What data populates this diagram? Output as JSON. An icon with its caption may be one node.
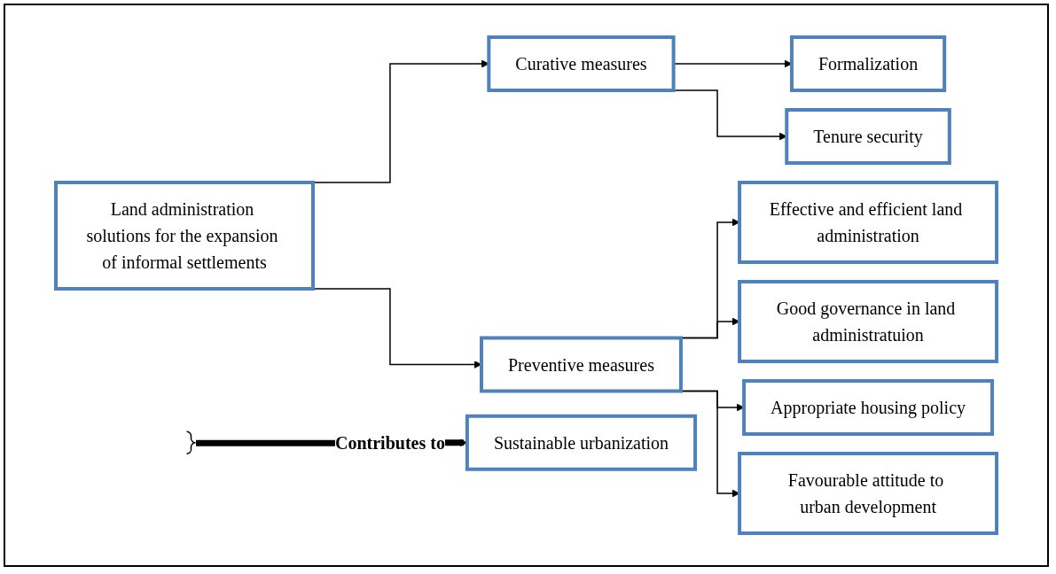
{
  "diagram": {
    "nodes": [
      {
        "text": [
          "Land administration solutions for the expansion of informal settlements"
        ]
      },
      {
        "text": [
          "Curative measures"
        ]
      },
      {
        "text": [
          "Preventive measures"
        ]
      },
      {
        "text": [
          "Formalization"
        ]
      },
      {
        "text": [
          "Tenure security"
        ]
      },
      {
        "text": [
          "Effective and efficient land administration"
        ]
      },
      {
        "text": [
          "Good governance in land administratuion"
        ]
      },
      {
        "text": [
          "Appropriate housing policy"
        ]
      },
      {
        "text": [
          "Favourable attitude to urban development"
        ]
      },
      {
        "text": [],
        "shape": "brace"
      },
      {
        "text": [
          "Sustainable urbanization"
        ]
      }
    ],
    "edges": [
      {
        "from": 0,
        "to": 1,
        "arrow": "to"
      },
      {
        "from": 0,
        "to": 2,
        "arrow": "to"
      },
      {
        "from": 1,
        "to": 3,
        "arrow": "to"
      },
      {
        "from": 1,
        "to": 4,
        "arrow": "to"
      },
      {
        "from": 2,
        "to": 5,
        "arrow": "to"
      },
      {
        "from": 2,
        "to": 6,
        "arrow": "to"
      },
      {
        "from": 2,
        "to": 7,
        "arrow": "to"
      },
      {
        "from": 2,
        "to": 8,
        "arrow": "to"
      },
      {
        "from": 9,
        "to": 10,
        "arrow": "to",
        "label": "Contributes to",
        "style": "thick"
      }
    ]
  }
}
